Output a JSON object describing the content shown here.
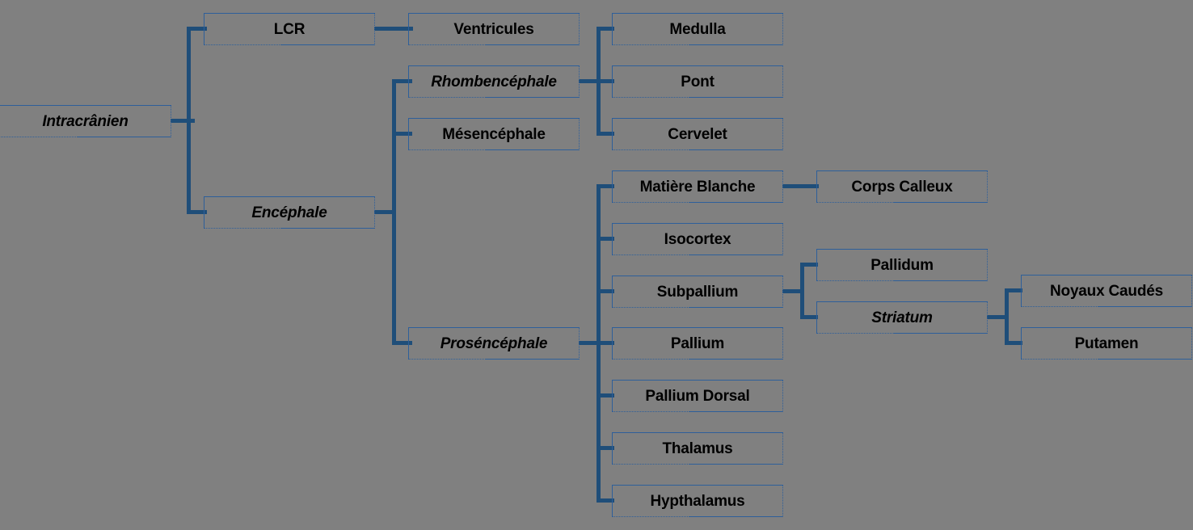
{
  "diagram": {
    "title": "Intracrânien",
    "type": "hierarchy-tree",
    "background_color": "#808080",
    "box_border_color": "#2E5F9A",
    "connector_color": "#1F4E79",
    "text_color": "#000000"
  },
  "nodes": {
    "intracranien": {
      "label": "Intracrânien",
      "italic": true,
      "level": 0
    },
    "lcr": {
      "label": "LCR",
      "italic": false,
      "level": 1
    },
    "encephale": {
      "label": "Encéphale",
      "italic": true,
      "level": 1
    },
    "ventricules": {
      "label": "Ventricules",
      "italic": false,
      "level": 2
    },
    "rhombencephale": {
      "label": "Rhombencéphale",
      "italic": true,
      "level": 2
    },
    "mesencephale": {
      "label": "Mésencéphale",
      "italic": false,
      "level": 2
    },
    "prosencephale": {
      "label": "Proséncéphale",
      "italic": true,
      "level": 2
    },
    "medulla": {
      "label": "Medulla",
      "italic": false,
      "level": 3
    },
    "pont": {
      "label": "Pont",
      "italic": false,
      "level": 3
    },
    "cervelet": {
      "label": "Cervelet",
      "italic": false,
      "level": 3
    },
    "matiere_blanche": {
      "label": "Matière Blanche",
      "italic": false,
      "level": 3
    },
    "isocortex": {
      "label": "Isocortex",
      "italic": false,
      "level": 3
    },
    "subpallium": {
      "label": "Subpallium",
      "italic": false,
      "level": 3
    },
    "pallium": {
      "label": "Pallium",
      "italic": false,
      "level": 3
    },
    "pallium_dorsal": {
      "label": "Pallium Dorsal",
      "italic": false,
      "level": 3
    },
    "thalamus": {
      "label": "Thalamus",
      "italic": false,
      "level": 3
    },
    "hypthalamus": {
      "label": "Hypthalamus",
      "italic": false,
      "level": 3
    },
    "corps_calleux": {
      "label": "Corps Calleux",
      "italic": false,
      "level": 4
    },
    "pallidum": {
      "label": "Pallidum",
      "italic": false,
      "level": 4
    },
    "striatum": {
      "label": "Striatum",
      "italic": true,
      "level": 4
    },
    "noyaux_caudes": {
      "label": "Noyaux Caudés",
      "italic": false,
      "level": 5
    },
    "putamen": {
      "label": "Putamen",
      "italic": false,
      "level": 5
    }
  },
  "edges": [
    {
      "from": "intracranien",
      "to": "lcr"
    },
    {
      "from": "intracranien",
      "to": "encephale"
    },
    {
      "from": "lcr",
      "to": "ventricules"
    },
    {
      "from": "encephale",
      "to": "rhombencephale"
    },
    {
      "from": "encephale",
      "to": "mesencephale"
    },
    {
      "from": "encephale",
      "to": "prosencephale"
    },
    {
      "from": "rhombencephale",
      "to": "medulla"
    },
    {
      "from": "rhombencephale",
      "to": "pont"
    },
    {
      "from": "rhombencephale",
      "to": "cervelet"
    },
    {
      "from": "prosencephale",
      "to": "matiere_blanche"
    },
    {
      "from": "prosencephale",
      "to": "isocortex"
    },
    {
      "from": "prosencephale",
      "to": "subpallium"
    },
    {
      "from": "prosencephale",
      "to": "pallium"
    },
    {
      "from": "prosencephale",
      "to": "pallium_dorsal"
    },
    {
      "from": "prosencephale",
      "to": "thalamus"
    },
    {
      "from": "prosencephale",
      "to": "hypthalamus"
    },
    {
      "from": "matiere_blanche",
      "to": "corps_calleux"
    },
    {
      "from": "subpallium",
      "to": "pallidum"
    },
    {
      "from": "subpallium",
      "to": "striatum"
    },
    {
      "from": "striatum",
      "to": "noyaux_caudes"
    },
    {
      "from": "striatum",
      "to": "putamen"
    }
  ]
}
